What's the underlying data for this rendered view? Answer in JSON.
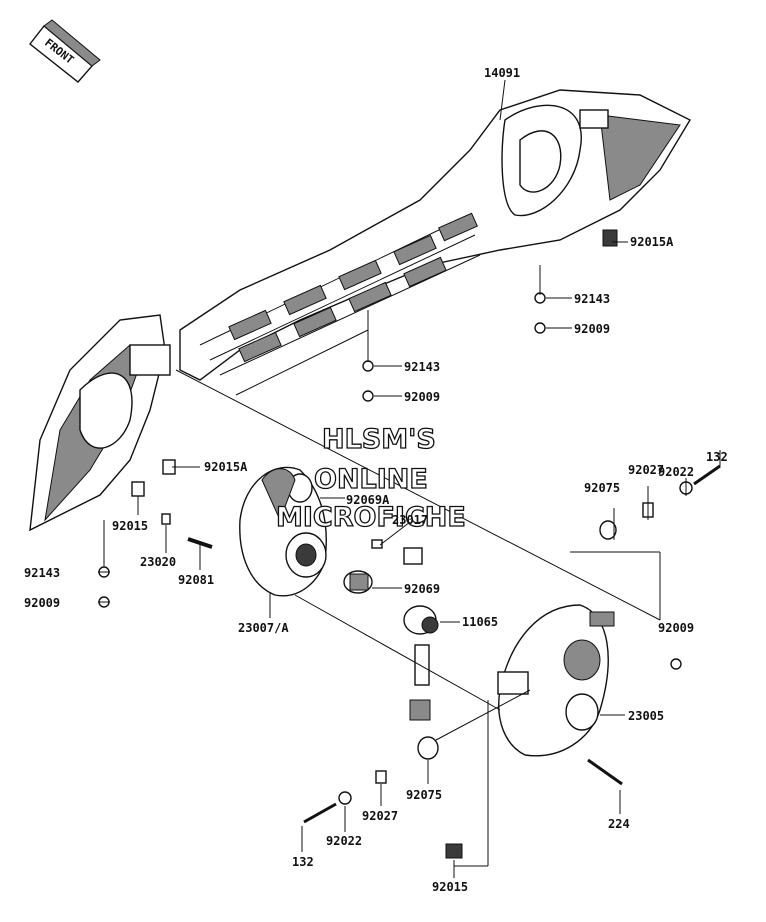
{
  "front_marker": "FRONT",
  "watermark": [
    "HLSM'S",
    "ONLINE",
    "MICROFICHE"
  ],
  "part_labels": [
    "14091",
    "92015A",
    "92143",
    "92009",
    "92143",
    "92009",
    "92015A",
    "92069A",
    "23017",
    "92015",
    "23020",
    "92081",
    "92143",
    "92009",
    "92069",
    "23007/A",
    "11065",
    "132",
    "92022",
    "92027",
    "92075",
    "92009",
    "23005",
    "92075",
    "92027",
    "92022",
    "224",
    "132",
    "92015"
  ]
}
